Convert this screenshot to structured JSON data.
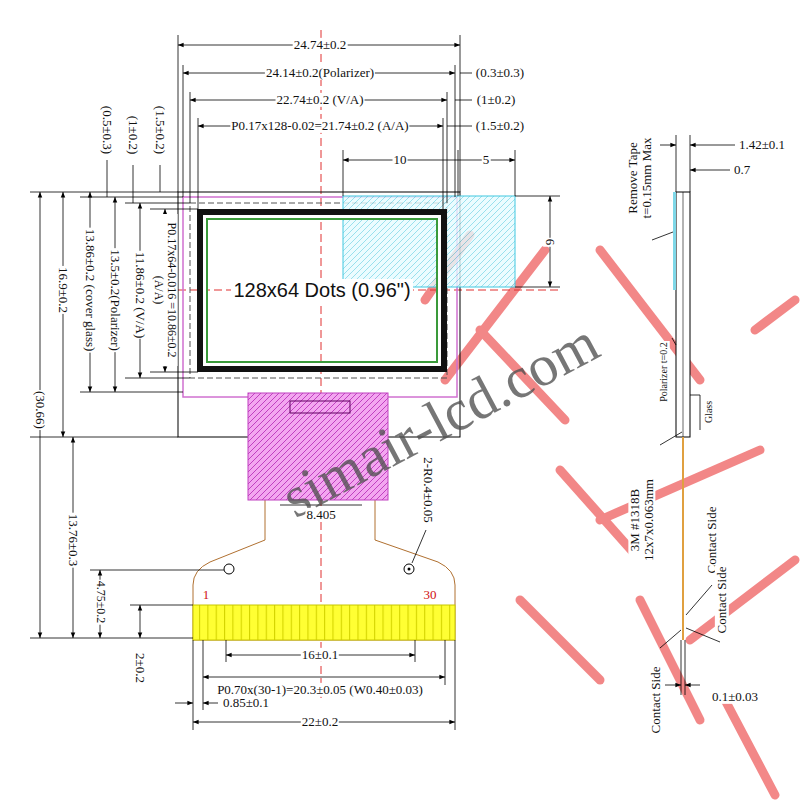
{
  "diagram": {
    "nodes": [
      {
        "text": [
          "128x64 Dots (0.96\")"
        ]
      }
    ],
    "labels": [
      "24.74±0.2",
      "24.14±0.2(Polarizer)",
      "(0.3±0.3)",
      "22.74±0.2 (V/A)",
      "(1±0.2)",
      "P0.17x128-0.02=21.74±0.2 (A/A)",
      "(1.5±0.2)",
      "10",
      "5",
      "6",
      "(0.5±0.3)",
      "(1±0.2)",
      "(1.5±0.2)",
      "13.86±0.2 (cover glass)",
      "16.9±0.2",
      "(30.66)",
      "13.5±0.2(Polarizer)",
      "11.86±0.2 (V/A)",
      "P0.17x64-0.016 =10.86±0.2 (A/A)",
      "13.76±0.3",
      "4.75±0.2",
      "2±0.2",
      "8.405",
      "2-R0.4±0.05",
      "1",
      "30",
      "16±0.1",
      "P0.70x(30-1)=20.3±0.05 (W0.40±0.03)",
      "0.85±0.1",
      "22±0.2",
      "Remove Tape t=0.15mm Max",
      "1.42±0.1",
      "0.7",
      "Polarizer t=0.2",
      "Glass",
      "3M #1318B 12x7x0.063mm",
      "Contact Side",
      "Contact Side",
      "Contact Side",
      "0.1±0.03",
      "simair-lcd.com"
    ]
  }
}
